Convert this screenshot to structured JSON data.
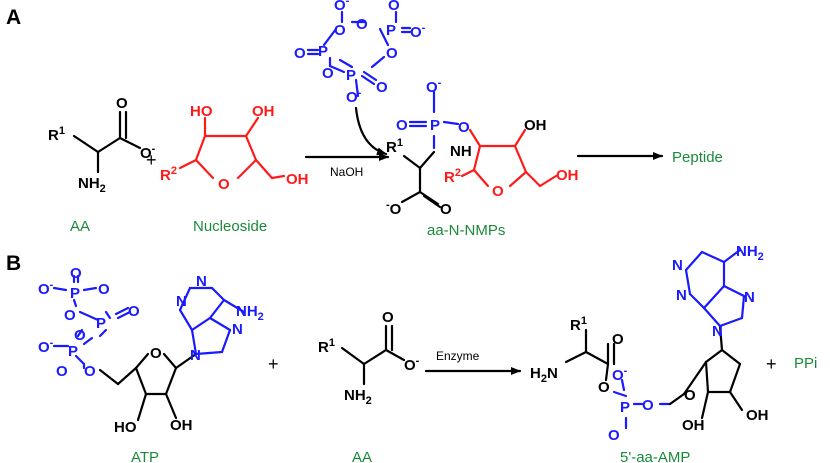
{
  "panels": {
    "a": {
      "letter": "A"
    },
    "b": {
      "letter": "B"
    }
  },
  "captions": {
    "aa_a": "AA",
    "nucleoside": "Nucleoside",
    "product_a": "aa-N-NMPs",
    "peptide": "Peptide",
    "atp": "ATP",
    "aa_b": "AA",
    "product_b": "5'-aa-AMP",
    "ppi": "PPi"
  },
  "conditions": {
    "naoh": "NaOH",
    "enzyme": "Enzyme"
  },
  "symbols": {
    "plus": "+"
  },
  "colors": {
    "black": "#000000",
    "blue": "#1a1aff",
    "red": "#ff1a1a",
    "green": "#1a8a3a"
  }
}
